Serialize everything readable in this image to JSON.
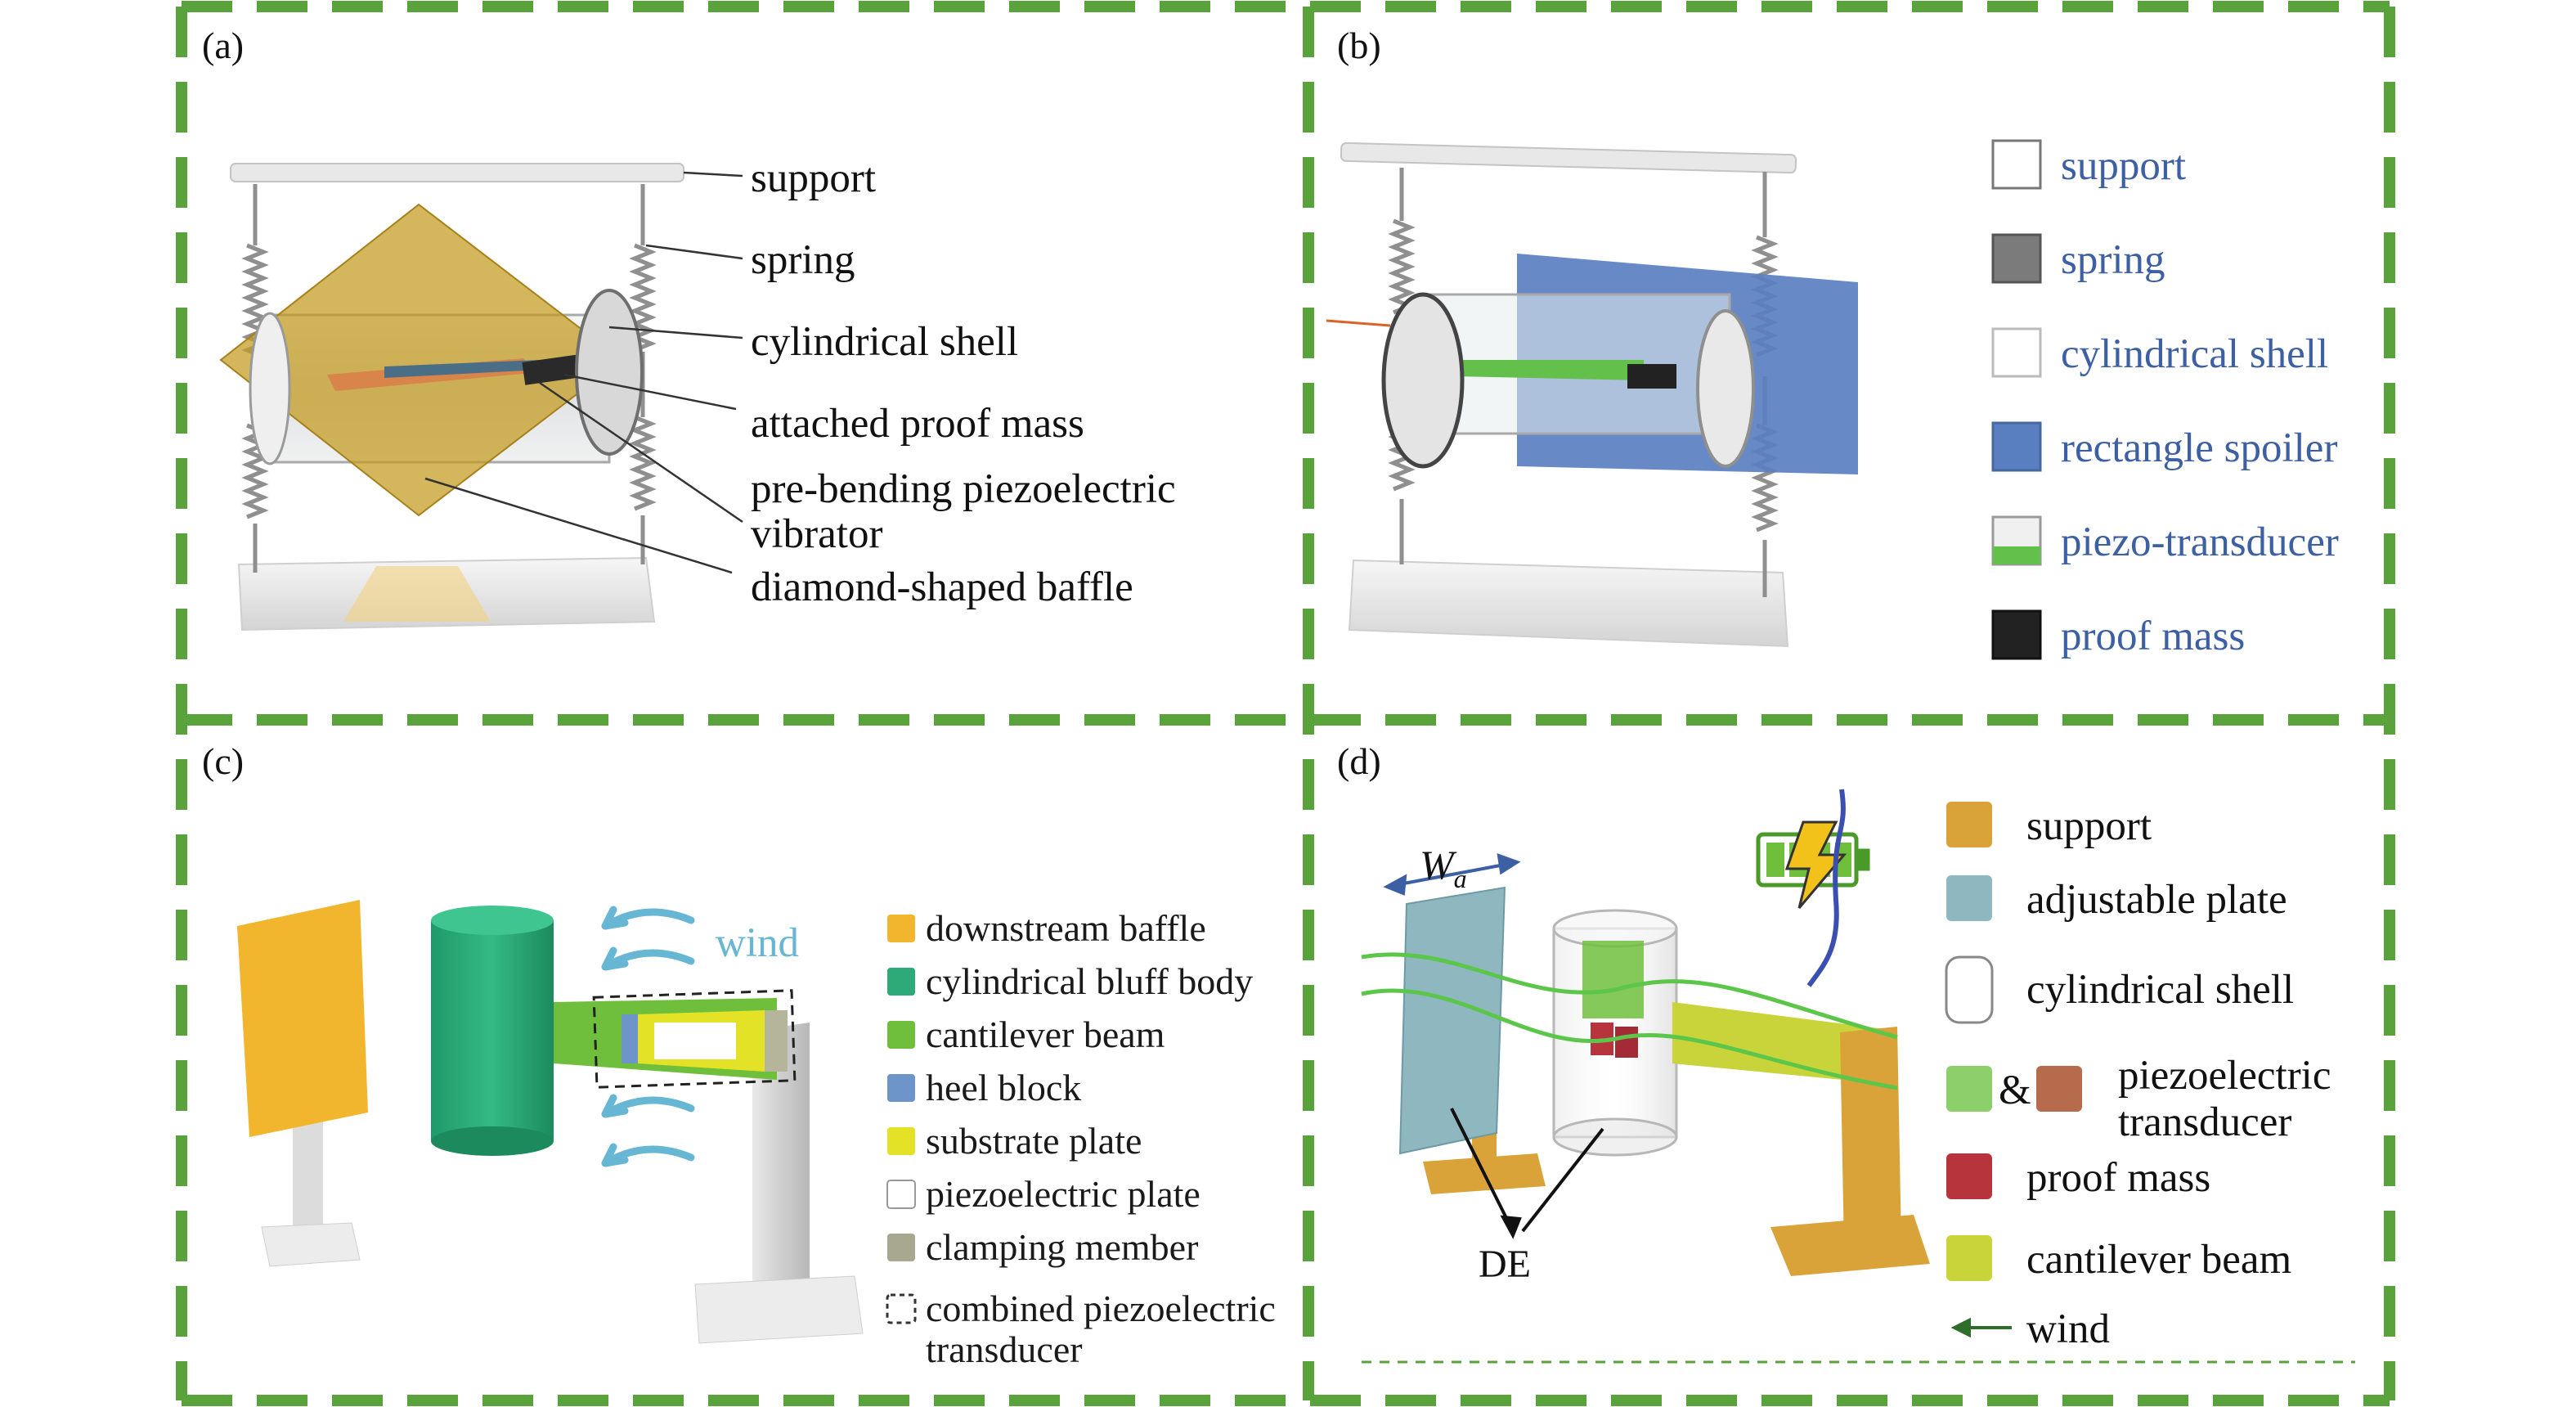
{
  "panels": {
    "a": {
      "tag": "(a)",
      "callouts": [
        "support",
        "spring",
        "cylindrical shell",
        "attached proof mass",
        "pre-bending piezoelectric",
        "vibrator",
        "diamond-shaped baffle"
      ]
    },
    "b": {
      "tag": "(b)",
      "legend": [
        "support",
        "spring",
        "cylindrical shell",
        "rectangle spoiler",
        "piezo-transducer",
        "proof mass"
      ]
    },
    "c": {
      "tag": "(c)",
      "wind": "wind",
      "legend": [
        "downstream baffle",
        "cylindrical bluff body",
        "cantilever beam",
        "heel block",
        "substrate plate",
        "piezoelectric plate",
        "clamping member",
        "combined piezoelectric",
        "transducer"
      ]
    },
    "d": {
      "tag": "(d)",
      "width_symbol": "W",
      "width_subscript": "a",
      "de": "DE",
      "legend": [
        "support",
        "adjustable plate",
        "cylindrical shell",
        "&",
        "piezoelectric",
        "transducer",
        "proof mass",
        "cantilever beam",
        "wind"
      ]
    }
  },
  "colors": {
    "frame": "#5aa33c",
    "legend_b_text": "#3d5fa3",
    "wind": "#67b7d4",
    "baffle_c": "#f2b62e",
    "bluff_body": "#2daa78",
    "spoiler": "#5a7fc0",
    "support_d": "#d9a33a",
    "plate_d": "#8fb7bf",
    "beam_d": "#c9d43a",
    "green_wire": "#5cc64a"
  }
}
